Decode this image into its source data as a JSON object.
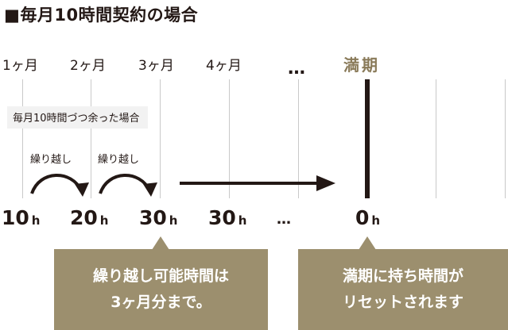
{
  "heading": "■毎月10時間契約の場合",
  "months": [
    "1ヶ月",
    "2ヶ月",
    "3ヶ月",
    "4ヶ月"
  ],
  "ellipsis": "…",
  "expiry_label": "満期",
  "note": "毎月10時間づつ余った場合",
  "carry_over_labels": [
    "繰り越し",
    "繰り越し"
  ],
  "hours": [
    {
      "value": "10",
      "unit": "h"
    },
    {
      "value": "20",
      "unit": "h"
    },
    {
      "value": "30",
      "unit": "h"
    },
    {
      "value": "30",
      "unit": "h"
    }
  ],
  "hours_ellipsis": "…",
  "expiry_hours": {
    "value": "0",
    "unit": "h"
  },
  "callouts": [
    {
      "line1": "繰り越し可能時間は",
      "line2": "3ヶ月分まで。"
    },
    {
      "line1": "満期に持ち時間が",
      "line2": "リセットされます"
    }
  ],
  "colors": {
    "text": "#231815",
    "accent": "#8a7b5a",
    "callout_bg": "#9c8f6e",
    "grid": "#c9c9c9"
  }
}
